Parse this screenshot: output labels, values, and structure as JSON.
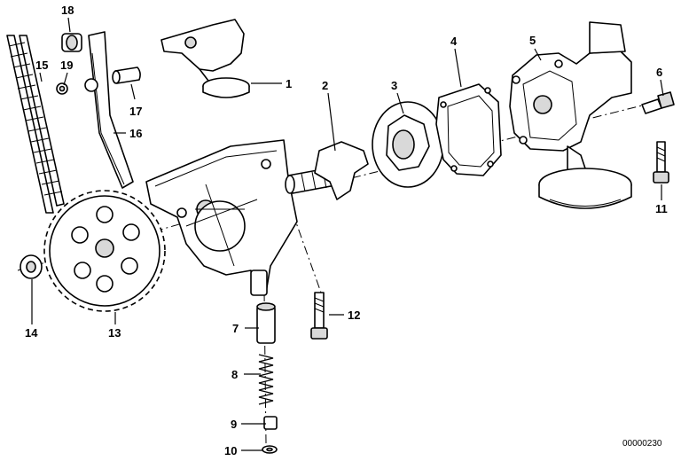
{
  "document_number": "00000230",
  "callouts": [
    {
      "id": "1"
    },
    {
      "id": "2"
    },
    {
      "id": "3"
    },
    {
      "id": "4"
    },
    {
      "id": "5"
    },
    {
      "id": "6"
    },
    {
      "id": "7"
    },
    {
      "id": "8"
    },
    {
      "id": "9"
    },
    {
      "id": "10"
    },
    {
      "id": "11"
    },
    {
      "id": "12"
    },
    {
      "id": "13"
    },
    {
      "id": "14"
    },
    {
      "id": "15"
    },
    {
      "id": "16"
    },
    {
      "id": "17"
    },
    {
      "id": "18"
    },
    {
      "id": "19"
    }
  ]
}
